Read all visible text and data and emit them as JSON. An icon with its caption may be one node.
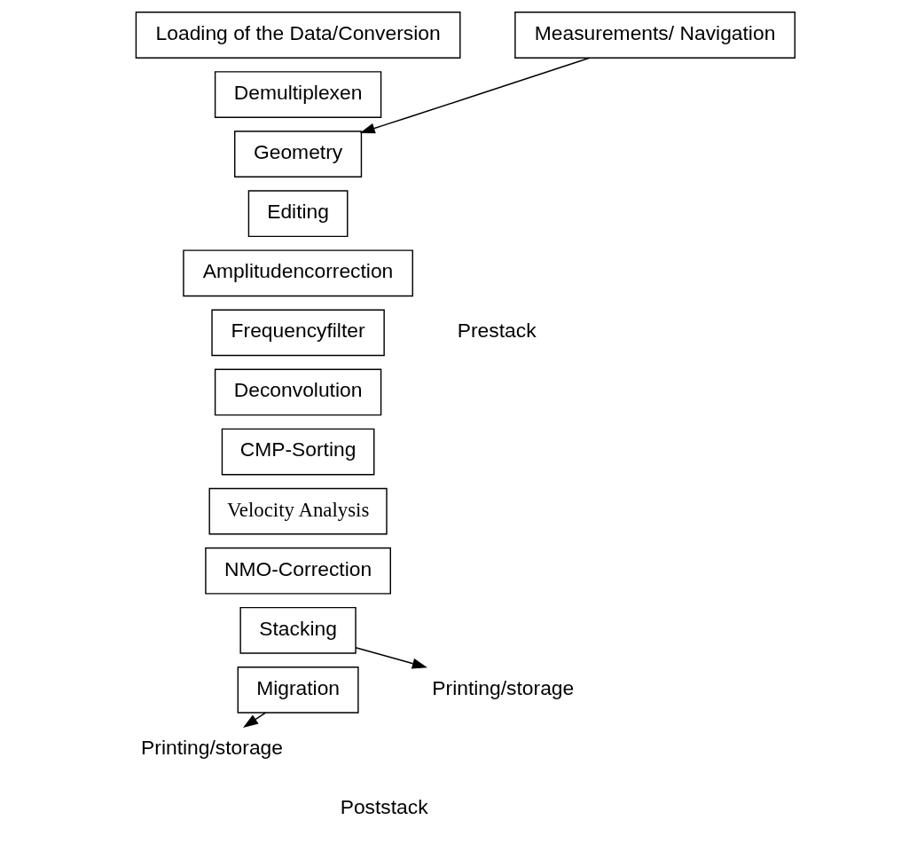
{
  "diagram": {
    "nodes": [
      {
        "text": [
          "Loading of the Data/Conversion"
        ]
      },
      {
        "text": [
          "Demultiplexen"
        ]
      },
      {
        "text": [
          "Geometry"
        ]
      },
      {
        "text": [
          "Editing"
        ]
      },
      {
        "text": [
          "Amplitudencorrection"
        ]
      },
      {
        "text": [
          "Frequencyfilter"
        ]
      },
      {
        "text": [
          "Deconvolution"
        ]
      },
      {
        "text": [
          "CMP-Sorting"
        ]
      },
      {
        "text": [
          "Velocity Analysis"
        ]
      },
      {
        "text": [
          "NMO-Correction"
        ]
      },
      {
        "text": [
          "Stacking"
        ]
      },
      {
        "text": [
          "Migration"
        ]
      },
      {
        "text": [
          "Measurements/ Navigation"
        ]
      },
      {
        "text": [
          "Printing/storage"
        ]
      },
      {
        "text": [
          "Printing/storage"
        ]
      }
    ],
    "edges": [
      {
        "from": 12,
        "to": 2,
        "arrow": "to"
      },
      {
        "from": 11,
        "to": 13,
        "arrow": "to"
      },
      {
        "from": 10,
        "to": 14,
        "arrow": "to"
      }
    ],
    "labels": [
      "Prestack",
      "Poststack"
    ]
  }
}
